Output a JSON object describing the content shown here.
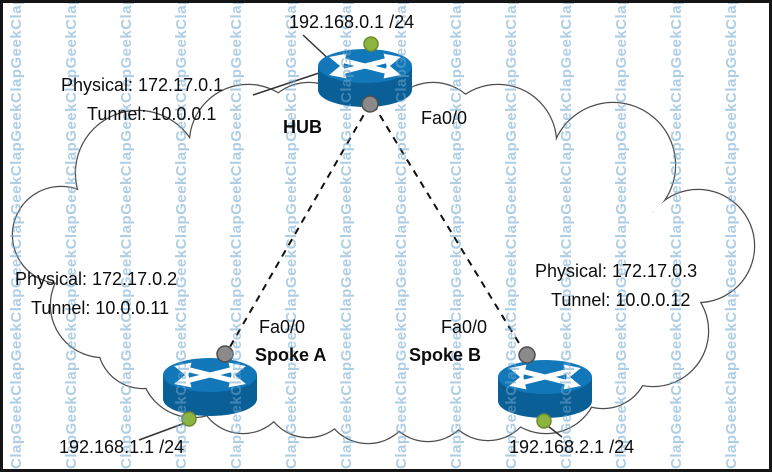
{
  "watermark": {
    "text": "ClapGeekClapGeekClapGeekClapGeekClapGeekClapGeekClapGeekClapGeekClapGeekClapGeek"
  },
  "colors": {
    "router_blue": "#1278ba",
    "router_blue_dark": "#0b5f97",
    "dot_green": "#8cb53f",
    "dot_gray": "#8a8a8a",
    "cloud_outline": "#4d4d4d",
    "watermark_blue": "#6ea5cd",
    "text": "#0d0d0d"
  },
  "hub": {
    "name": "HUB",
    "interface_label": "Fa0/0",
    "physical_label": "Physical: 172.17.0.1",
    "tunnel_label": "Tunnel: 10.0.0.1",
    "lan_label": "192.168.0.1 /24"
  },
  "spoke_a": {
    "name": "Spoke A",
    "interface_label": "Fa0/0",
    "physical_label": "Physical: 172.17.0.2",
    "tunnel_label": "Tunnel: 10.0.0.11",
    "lan_label": "192.168.1.1 /24"
  },
  "spoke_b": {
    "name": "Spoke B",
    "interface_label": "Fa0/0",
    "physical_label": "Physical: 172.17.0.3",
    "tunnel_label": "Tunnel: 10.0.0.12",
    "lan_label": "192.168.2.1 /24"
  }
}
